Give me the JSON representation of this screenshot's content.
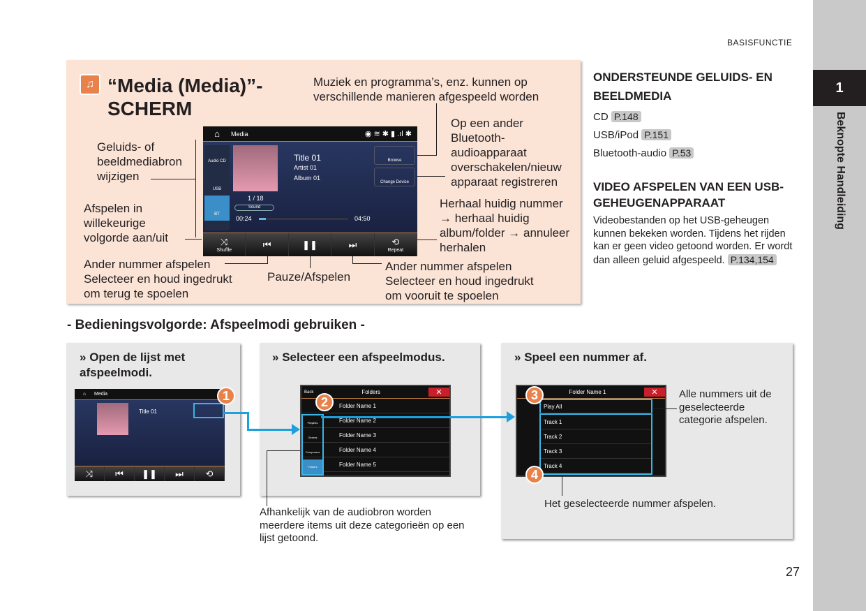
{
  "header": "BASISFUNCTIE",
  "chapter": {
    "number": "1",
    "label": "Beknopte Handleiding"
  },
  "panel": {
    "title": "“Media (Media)”-SCHERM",
    "title_line1": "“Media (Media)”-",
    "title_line2": "SCHERM",
    "callouts": {
      "top": "Muziek en programma’s, enz. kunnen op verschillende manieren afgespeeld worden",
      "source": "Geluids- of beeldmediabron wijzigen",
      "shuffle": "Afspelen in willekeurige volgorde aan/uit",
      "change": "Op een ander Bluetooth-audioapparaat overschakelen/nieuw apparaat registreren",
      "repeat": "Herhaal huidig nummer → herhaal huidig album/folder → annuleer herhalen",
      "prev": "Ander nummer afspelen Selecteer en houd ingedrukt om terug te spoelen",
      "pause": "Pauze/Afspelen",
      "next": "Ander nummer afspelen Selecteer en houd ingedrukt om vooruit te spoelen"
    },
    "screen": {
      "title": "Media",
      "sources": [
        "Audio CD",
        "USB",
        "BT"
      ],
      "track_title": "Title 01",
      "artist": "Artist 01",
      "album": "Album 01",
      "track_count": "1 / 18",
      "sound": "Sound",
      "elapsed": "00:24",
      "duration": "04:50",
      "progress": 0.08,
      "browse": "Browse",
      "change_device": "Change Device",
      "shuffle": "Shuffle",
      "repeat": "Repeat"
    }
  },
  "right": {
    "h1": "ONDERSTEUNDE GELUIDS- EN BEELDMEDIA",
    "items": [
      {
        "label": "CD",
        "ref": "P.148"
      },
      {
        "label": "USB/iPod",
        "ref": "P.151"
      },
      {
        "label": "Bluetooth-audio",
        "ref": "P.53"
      }
    ],
    "h2": "VIDEO AFSPELEN VAN EEN USB-GEHEUGENAPPARAAT",
    "text": "Videobestanden op het USB-geheugen kunnen bekeken worden. Tijdens het rijden kan er geen video getoond worden. Er wordt dan alleen geluid afgespeeld.",
    "text_ref": "P.134,154"
  },
  "section_title": "- Bedieningsvolgorde: Afspeelmodi gebruiken -",
  "steps": [
    {
      "label": "Open de lijst met afspeelmodi.",
      "badge": "1"
    },
    {
      "label": "Selecteer een afspeelmodus.",
      "badge": "2",
      "list_title": "Folders",
      "back": "Back",
      "categories": [
        "Playlists",
        "Genres",
        "Composers",
        "Folders"
      ],
      "rows": [
        "Folder Name 1",
        "Folder Name 2",
        "Folder Name 3",
        "Folder Name 4",
        "Folder Name 5"
      ],
      "note": "Afhankelijk van de audiobron worden meerdere items uit deze categorieën op een lijst getoond."
    },
    {
      "label": "Speel een nummer af.",
      "badges": [
        "3",
        "4"
      ],
      "list_title": "Folder Name 1",
      "rows": [
        "Play All",
        "Track 1",
        "Track 2",
        "Track 3",
        "Track 4"
      ],
      "note_play_all": "Alle nummers uit de geselecteerde categorie afspelen.",
      "note_track": "Het geselecteerde nummer afspelen."
    }
  ],
  "page_number": "27",
  "colors": {
    "panel": "#fbe3d6",
    "accent": "#e8824a",
    "arrow": "#1ea0dc"
  }
}
